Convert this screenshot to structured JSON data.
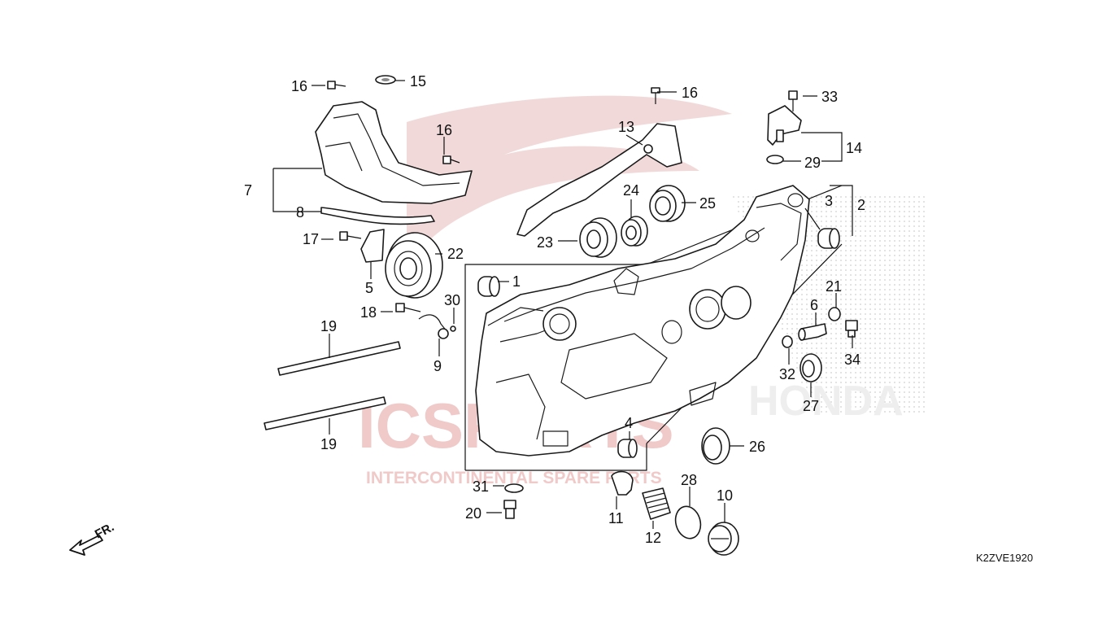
{
  "diagram": {
    "code": "K2ZVE1920",
    "direction_label": "FR.",
    "part_numbers": [
      "1",
      "2",
      "3",
      "4",
      "5",
      "6",
      "7",
      "8",
      "9",
      "10",
      "11",
      "12",
      "13",
      "14",
      "15",
      "16",
      "16",
      "16",
      "17",
      "18",
      "19",
      "19",
      "20",
      "21",
      "22",
      "23",
      "24",
      "25",
      "26",
      "27",
      "28",
      "29",
      "30",
      "31",
      "32",
      "33",
      "34"
    ]
  },
  "watermark": {
    "text_main": "ICSPARTS",
    "text_sub": "INTERCONTINENTAL SPARE PARTS",
    "text_brand": "HONDA"
  },
  "colors": {
    "line": "#111111",
    "watermark": "#e7b9b9"
  }
}
